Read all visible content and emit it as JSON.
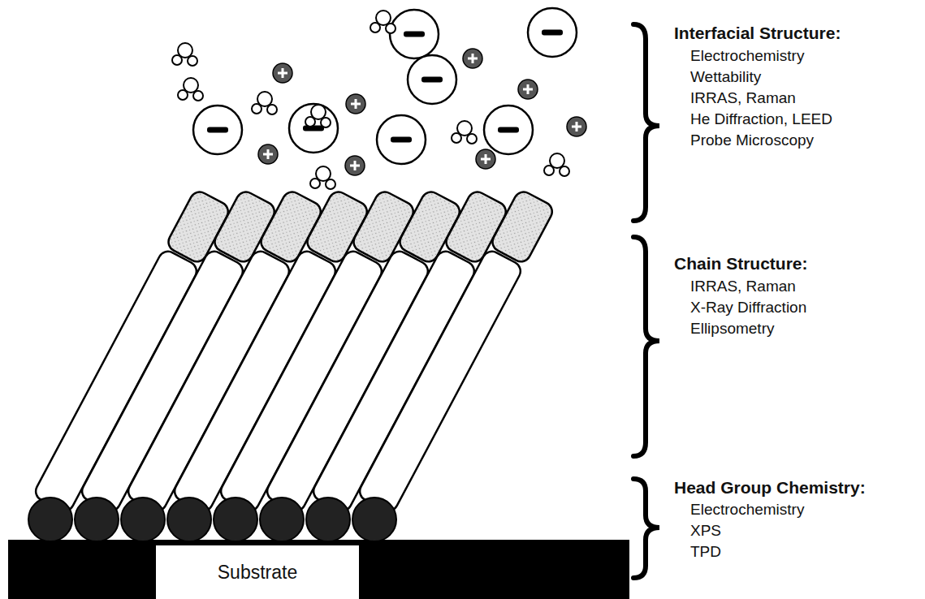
{
  "diagram": {
    "nodes": [
      {
        "text": [
          "Substrate"
        ]
      }
    ],
    "labels": [
      "Interfacial Structure:",
      "Electrochemistry",
      "Wettability",
      "IRRAS, Raman",
      "He Diffraction, LEED",
      "Probe Microscopy",
      "Chain Structure:",
      "IRRAS, Raman",
      "X-Ray Diffraction",
      "Ellipsometry",
      "Head Group Chemistry:",
      "Electrochemistry",
      "XPS",
      "TPD"
    ]
  }
}
